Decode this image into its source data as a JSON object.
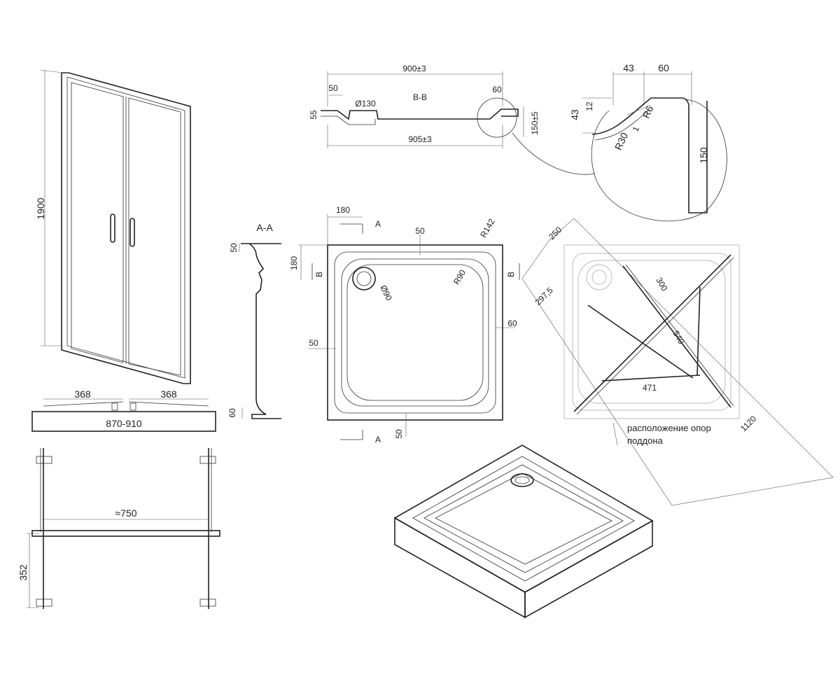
{
  "drawing": {
    "door": {
      "height": "1900",
      "leaf_left": "368",
      "leaf_right": "368",
      "width_range": "870-910"
    },
    "mount": {
      "width": "≈750",
      "height": "352"
    },
    "section_bb": {
      "title": "B-B",
      "total_top": "900±3",
      "total_bottom": "905±3",
      "left_w": "50",
      "left_h": "55",
      "drain": "Ø130",
      "right_w": "60",
      "height": "150±5"
    },
    "detail": {
      "d43a": "43",
      "d60": "60",
      "d43b": "43",
      "d12": "12",
      "r6": "R6",
      "r30": "R30",
      "d1": "1",
      "d150": "150"
    },
    "section_aa": {
      "title": "A-A",
      "top": "50",
      "bottom": "60"
    },
    "plan": {
      "dim180a": "180",
      "dim180b": "180",
      "marker_a_top": "A",
      "marker_a_bottom": "A",
      "marker_b_left": "B",
      "marker_b_right": "B",
      "dim50_top": "50",
      "r142": "R142",
      "r90": "R90",
      "drain_d": "Ø90",
      "dim60_right": "60",
      "dim50_left": "50",
      "dim50_bottom": "50"
    },
    "supports": {
      "d250": "250",
      "d297": "297,5",
      "d300": "300",
      "d540": "540",
      "d471": "471",
      "d1120": "1120",
      "caption_line1": "расположение опор",
      "caption_line2": "поддона"
    }
  }
}
